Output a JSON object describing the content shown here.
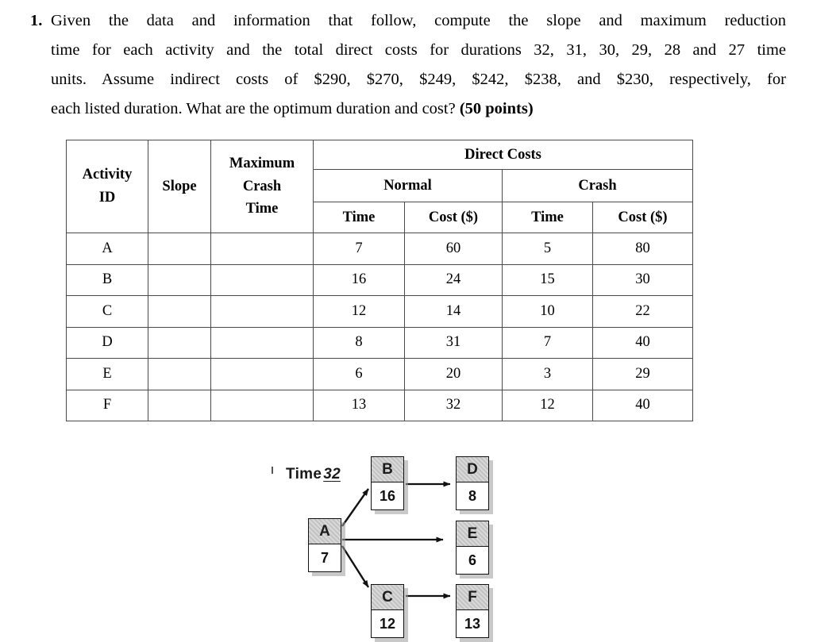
{
  "question": {
    "number": "1.",
    "lines": [
      "Given the data and information that follow, compute the slope and maximum reduction",
      "time for each activity and the total direct costs for durations 32, 31, 30, 29, 28 and 27 time",
      "units. Assume indirect costs of $290, $270, $249, $242, $238, and $230, respectively, for",
      "each listed duration. What are the optimum duration and cost?"
    ],
    "points_label": "(50 points)"
  },
  "table": {
    "headers": {
      "activity_id": [
        "Activity",
        "ID"
      ],
      "slope": "Slope",
      "max_crash_time": [
        "Maximum",
        "Crash",
        "Time"
      ],
      "direct_costs": "Direct Costs",
      "normal": "Normal",
      "crash": "Crash",
      "normal_time": "Time",
      "normal_cost": "Cost ($)",
      "crash_time": "Time",
      "crash_cost": "Cost ($)"
    },
    "rows": [
      {
        "id": "A",
        "slope": "",
        "max_crash_time": "",
        "normal_time": "7",
        "normal_cost": "60",
        "crash_time": "5",
        "crash_cost": "80"
      },
      {
        "id": "B",
        "slope": "",
        "max_crash_time": "",
        "normal_time": "16",
        "normal_cost": "24",
        "crash_time": "15",
        "crash_cost": "30"
      },
      {
        "id": "C",
        "slope": "",
        "max_crash_time": "",
        "normal_time": "12",
        "normal_cost": "14",
        "crash_time": "10",
        "crash_cost": "22"
      },
      {
        "id": "D",
        "slope": "",
        "max_crash_time": "",
        "normal_time": "8",
        "normal_cost": "31",
        "crash_time": "7",
        "crash_cost": "40"
      },
      {
        "id": "E",
        "slope": "",
        "max_crash_time": "",
        "normal_time": "6",
        "normal_cost": "20",
        "crash_time": "3",
        "crash_cost": "29"
      },
      {
        "id": "F",
        "slope": "",
        "max_crash_time": "",
        "normal_time": "13",
        "normal_cost": "32",
        "crash_time": "12",
        "crash_cost": "40"
      }
    ]
  },
  "diagram": {
    "time_label": "Time",
    "time_value": "32",
    "nodes": [
      {
        "key": "a",
        "letter": "A",
        "value": "7"
      },
      {
        "key": "b",
        "letter": "B",
        "value": "16"
      },
      {
        "key": "c",
        "letter": "C",
        "value": "12"
      },
      {
        "key": "d",
        "letter": "D",
        "value": "8"
      },
      {
        "key": "e",
        "letter": "E",
        "value": "6"
      },
      {
        "key": "f",
        "letter": "F",
        "value": "13"
      }
    ],
    "edges": [
      "A-B",
      "A-E",
      "A-C",
      "B-D",
      "C-F"
    ]
  }
}
